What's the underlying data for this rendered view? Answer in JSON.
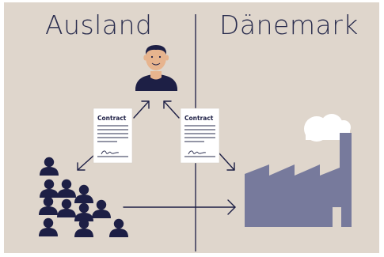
{
  "regions": {
    "left": "Ausland",
    "right": "Dänemark"
  },
  "documents": {
    "left_label": "Contract",
    "right_label": "Contract"
  },
  "icons": {
    "manager": "person-icon",
    "workers": "worker-group-icon",
    "factory": "factory-icon",
    "document": "contract-document-icon"
  },
  "colors": {
    "background": "#dfd6cc",
    "navy": "#1d1f45",
    "factory": "#777a9c",
    "smoke": "#ffffff",
    "skin": "#e7b48e"
  }
}
